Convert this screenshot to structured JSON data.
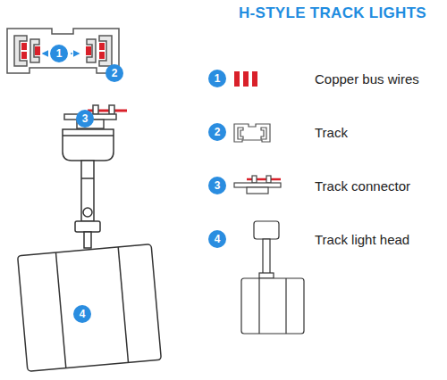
{
  "diagram": {
    "title": "H-STYLE TRACK LIGHTS",
    "labels": [
      "1",
      "2",
      "3",
      "4",
      "1",
      "2",
      "3",
      "4"
    ],
    "legend": [
      {
        "text": "Copper bus wires"
      },
      {
        "text": "Track"
      },
      {
        "text": "Track connector"
      },
      {
        "text": "Track light head"
      }
    ]
  }
}
